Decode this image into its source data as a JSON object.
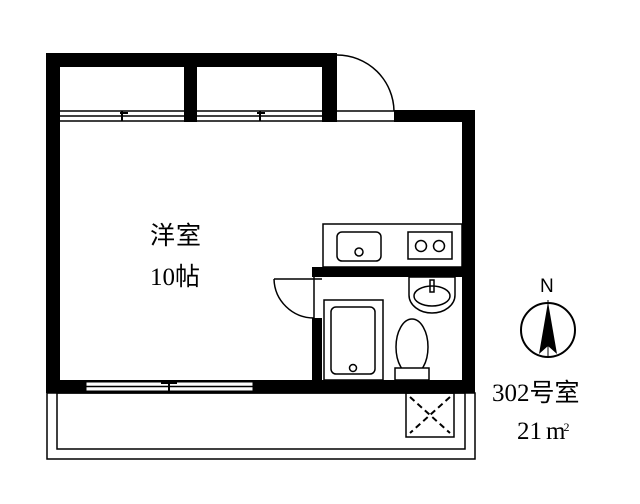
{
  "floor_plan": {
    "room": {
      "type_label": "洋室",
      "size_label": "10帖"
    },
    "unit": {
      "number_label": "302号室",
      "area_value": "21",
      "area_unit": "m",
      "area_sup": "2"
    },
    "compass": {
      "label": "N",
      "direction": "up"
    },
    "fixtures": [
      "closet-left",
      "closet-right",
      "entrance-door",
      "kitchen-sink",
      "two-burner-stove",
      "bathroom-door",
      "unit-bathtub",
      "washbasin",
      "toilet",
      "balcony",
      "evacuation-hatch",
      "balcony-window",
      "closet-sliding-doors"
    ],
    "colors": {
      "wall": "#000000",
      "background": "#ffffff"
    }
  }
}
